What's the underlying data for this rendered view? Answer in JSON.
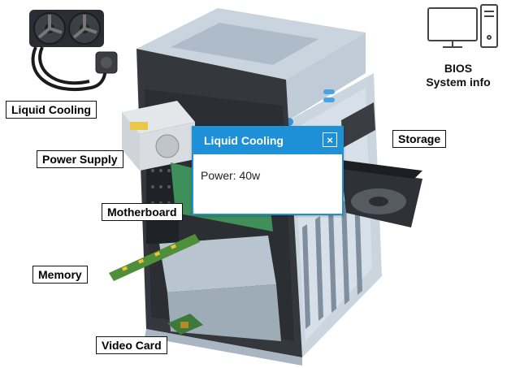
{
  "labels": {
    "liquid_cooling": "Liquid Cooling",
    "power_supply": "Power Supply",
    "motherboard": "Motherboard",
    "memory": "Memory",
    "video_card": "Video Card",
    "storage": "Storage"
  },
  "bios": {
    "line1": "BIOS",
    "line2": "System info",
    "icon": "desktop-computer-icon"
  },
  "dialog": {
    "title": "Liquid Cooling",
    "close_symbol": "×",
    "body": "Power: 40w"
  },
  "colors": {
    "accent": "#1e90d8",
    "case_light": "#d7e0e8",
    "case_mid": "#b9c6d2",
    "case_dark": "#8e9fae",
    "interior": "#2b2e33",
    "board": "#3f8f5a"
  }
}
